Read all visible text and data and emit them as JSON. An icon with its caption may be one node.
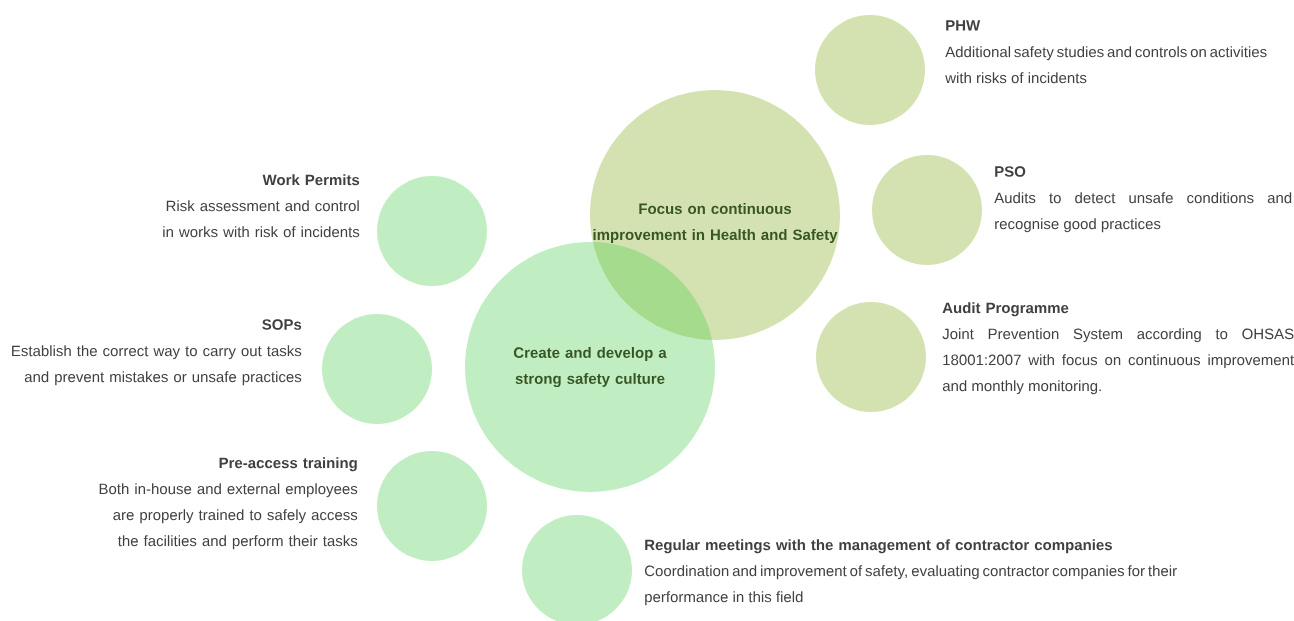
{
  "diagram": {
    "nodes": [
      {
        "text": [
          "Focus on continuous improvement in Health and Safety"
        ]
      },
      {
        "text": [
          "Create and develop a strong safety culture"
        ]
      },
      {
        "text": [
          "PHW",
          "Additional safety studies and controls on activities with risks of incidents"
        ]
      },
      {
        "text": [
          "Work Permits",
          "Risk assessment and control in works with risk of incidents"
        ]
      },
      {
        "text": [
          "PSO",
          "Audits to detect unsafe conditions and recognise good practices"
        ]
      },
      {
        "text": [
          "SOPs",
          "Establish the correct way to carry out tasks and prevent mistakes or unsafe practices"
        ]
      },
      {
        "text": [
          "Audit Programme",
          "Joint Prevention System according to OHSAS 18001:2007 with focus on continuous improvement and monthly monitoring."
        ]
      },
      {
        "text": [
          "Pre-access training",
          "Both in-house and external employees are properly trained to safely access the facilities and perform their tasks"
        ]
      },
      {
        "text": [
          "Regular meetings with the management of contractor companies",
          "Coordination and improvement of safety, evaluating contractor companies for their performance in this field"
        ]
      }
    ]
  }
}
